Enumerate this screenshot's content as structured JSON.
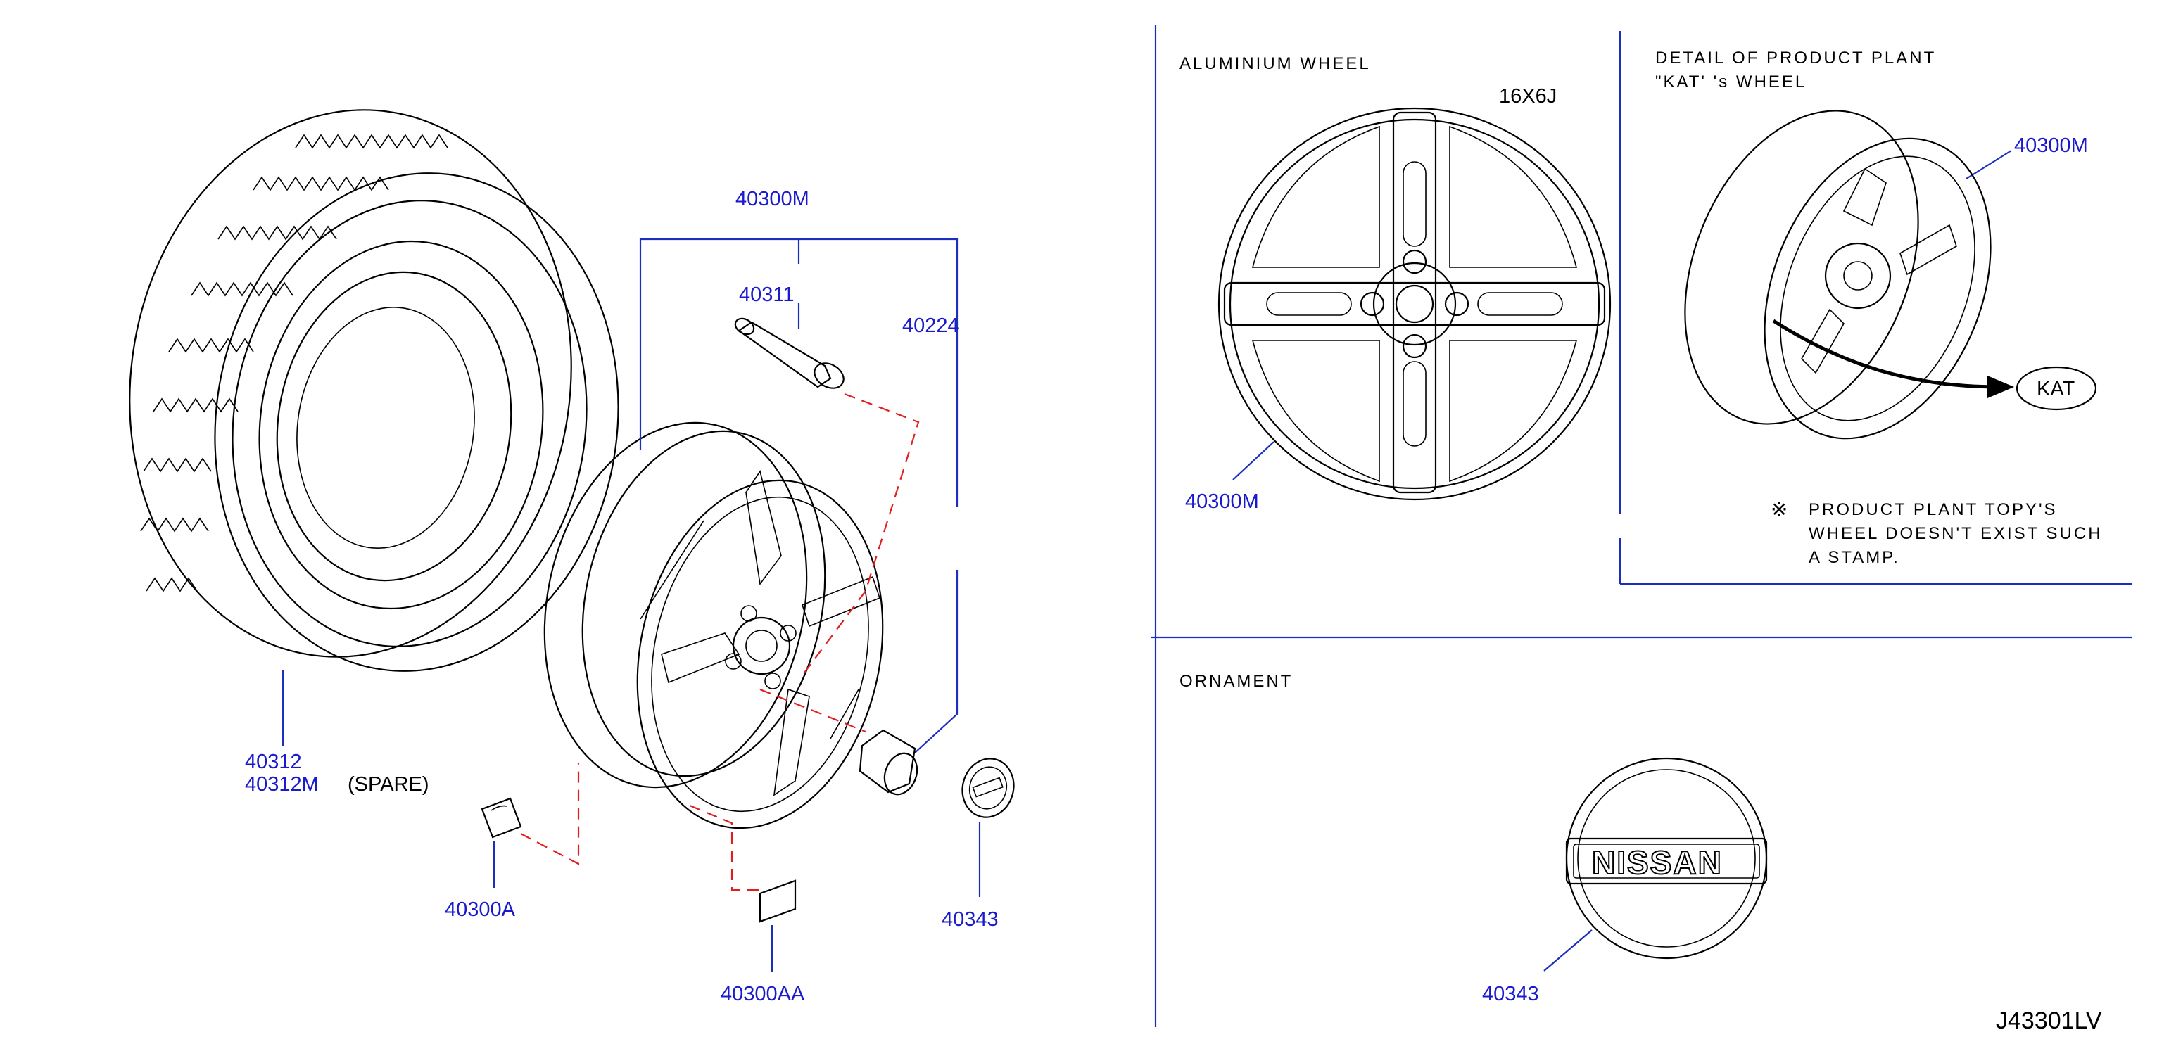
{
  "diagram": {
    "code": "J43301LV",
    "sections": {
      "aluminium_wheel": {
        "title": "ALUMINIUM   WHEEL",
        "size": "16X6J",
        "part": "40300M"
      },
      "detail": {
        "title_line1": "DETAIL   OF   PRODUCT   PLANT",
        "title_line2": "\"KAT'  's    WHEEL",
        "part": "40300M",
        "stamp": "KAT",
        "note_symbol": "※",
        "note_line1": "PRODUCT   PLANT   TOPY'S",
        "note_line2": "WHEEL  DOESN'T   EXIST  SUCH",
        "note_line3": "A  STAMP."
      },
      "ornament": {
        "title": "ORNAMENT",
        "part": "40343",
        "logo": "NISSAN"
      }
    },
    "exploded": {
      "group_label": "40300M",
      "valve": "40311",
      "nut": "40224",
      "tire1": "40312",
      "tire2": "40312M",
      "spare": "(SPARE)",
      "weight_a": "40300A",
      "weight_aa": "40300AA",
      "ornament": "40343"
    }
  },
  "colors": {
    "callout": "#1a1acc",
    "leader": "#1a2fbf",
    "dashed": "#e02020",
    "line": "#000000"
  }
}
